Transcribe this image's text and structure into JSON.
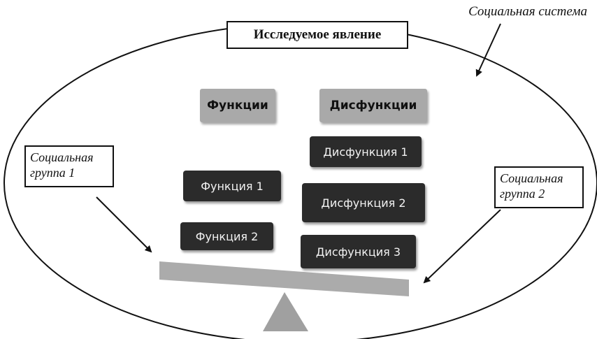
{
  "diagram": {
    "title": "Исследуемое явление",
    "system_label": "Социальная система",
    "group_1": "Социальная группа 1",
    "group_2": "Социальная группа 2",
    "functions_header": "Функции",
    "dysfunctions_header": "Дисфункции",
    "function_1": "Функция 1",
    "function_2": "Функция 2",
    "dysfunction_1": "Дисфункция 1",
    "dysfunction_2": "Дисфункция 2",
    "dysfunction_3": "Дисфункция 3"
  },
  "colors": {
    "header_fill": "#a9a9a9",
    "item_fill": "#2b2b2b",
    "beam_fill": "#ababab",
    "fulcrum_fill": "#a0a0a0",
    "outline": "#111111"
  }
}
